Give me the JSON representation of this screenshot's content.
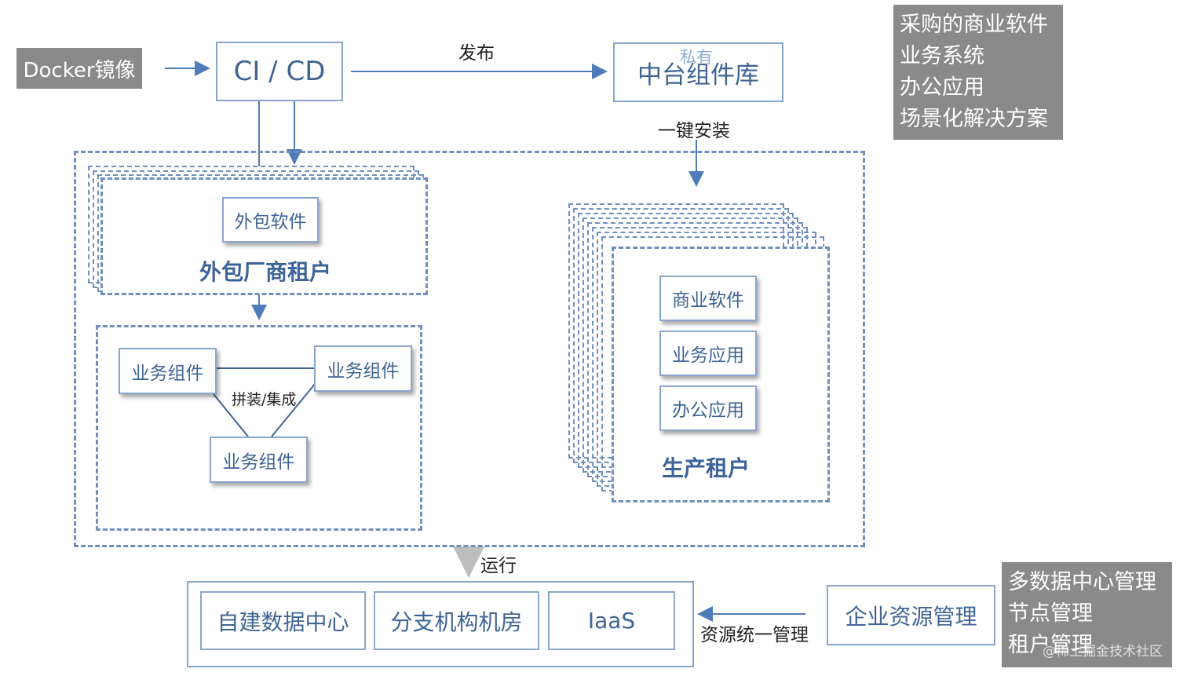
{
  "docker": {
    "label": "Docker镜像"
  },
  "cicd": {
    "label": "CI / CD"
  },
  "publish": {
    "label": "发布"
  },
  "repo": {
    "label": "中台组件库",
    "private_label": "私有"
  },
  "install": {
    "label": "一键安装"
  },
  "purchased": {
    "lines": [
      "采购的商业软件",
      "业务系统",
      "办公应用",
      "场景化解决方案"
    ]
  },
  "outsourced": {
    "card": "外包软件",
    "tenant": "外包厂商租户"
  },
  "assembly": {
    "components": [
      "业务组件",
      "业务组件",
      "业务组件"
    ],
    "label": "拼装/集成"
  },
  "production": {
    "cards": [
      "商业软件",
      "业务应用",
      "办公应用"
    ],
    "tenant": "生产租户"
  },
  "run": {
    "label": "运行"
  },
  "infra": {
    "items": [
      "自建数据中心",
      "分支机构机房",
      "IaaS"
    ]
  },
  "mgmt": {
    "label": "资源统一管理",
    "erm": "企业资源管理"
  },
  "multi_dc": {
    "lines": [
      "多数据中心管理",
      "节点管理",
      "租户管理"
    ]
  },
  "watermark": "@稀土掘金技术社区"
}
